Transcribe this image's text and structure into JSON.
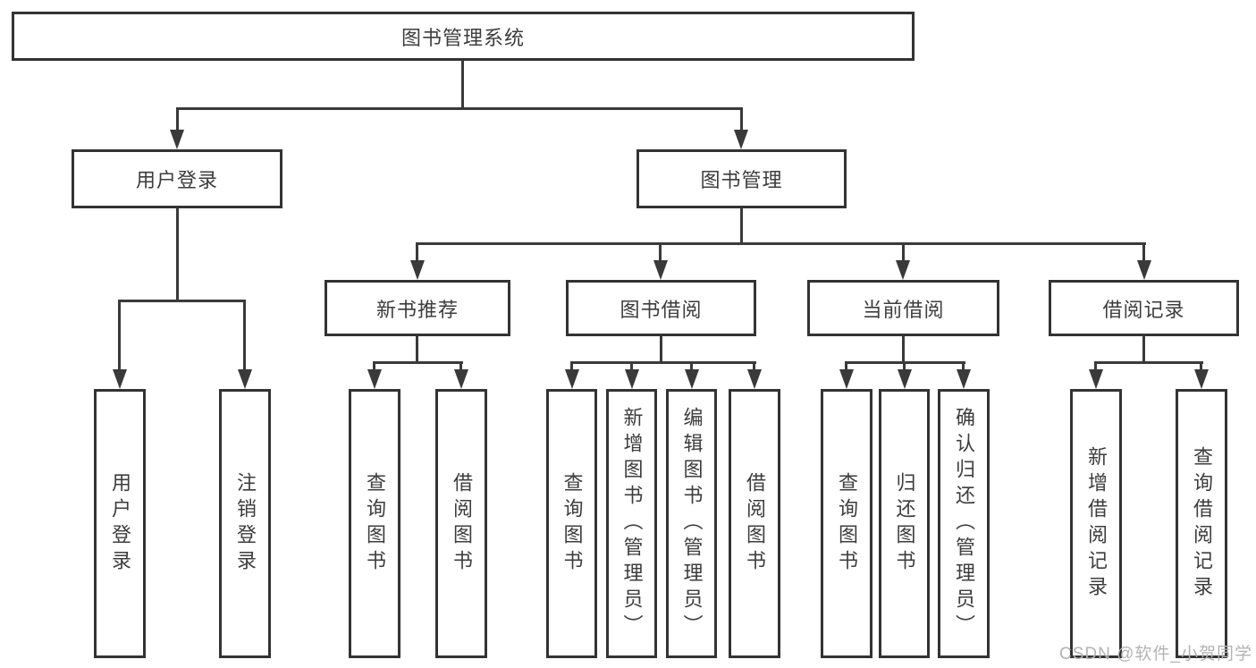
{
  "nodes": {
    "root": "图书管理系统",
    "user_login": "用户登录",
    "book_mgmt": "图书管理",
    "new_book_rec": "新书推荐",
    "book_borrow": "图书借阅",
    "current_borrow": "当前借阅",
    "borrow_record": "借阅记录",
    "leaf_user_login": "用户登录",
    "leaf_logout": "注销登录",
    "leaf_query_book_rec": "查询图书",
    "leaf_borrow_book_rec": "借阅图书",
    "leaf_query_book_borrow": "查询图书",
    "leaf_add_book": "新增图书（管理员）",
    "leaf_edit_book": "编辑图书（管理员）",
    "leaf_borrow_book_borrow": "借阅图书",
    "leaf_query_book_current": "查询图书",
    "leaf_return_book": "归还图书",
    "leaf_confirm_return": "确认归还（管理员）",
    "leaf_add_borrow_record": "新增借阅记录",
    "leaf_query_borrow_record": "查询借阅记录"
  },
  "watermark": "CSDN @软件_小贺同学",
  "colors": {
    "line": "#3a3a3a",
    "box_border": "#333333",
    "text": "#3d3d3d",
    "watermark": "#b3b3b3",
    "background": "#ffffff"
  }
}
